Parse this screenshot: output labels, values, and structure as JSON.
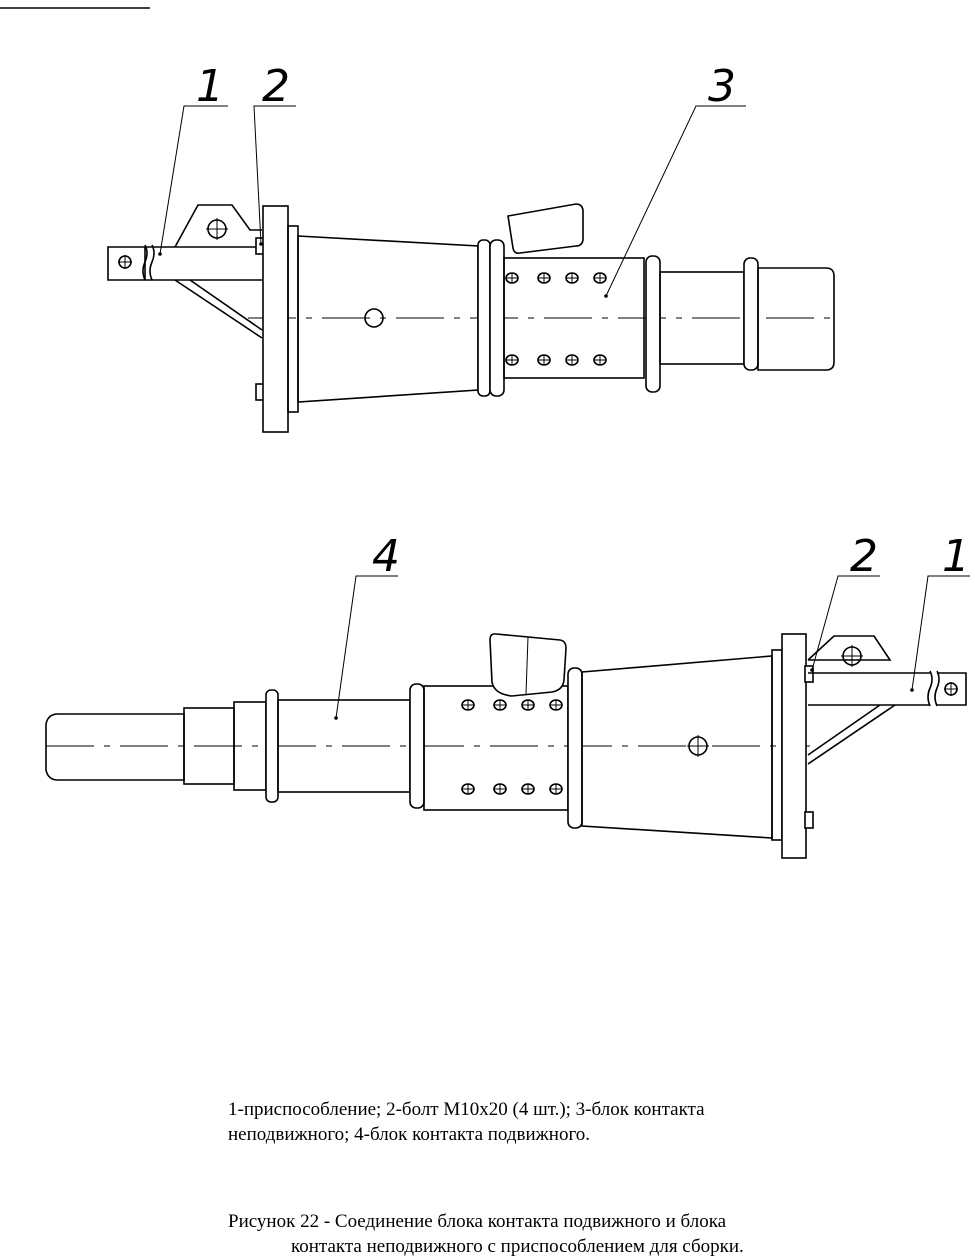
{
  "callouts": {
    "top": [
      "1",
      "2",
      "3"
    ],
    "bottom": [
      "4",
      "2",
      "1"
    ]
  },
  "legend": {
    "line1": "1-приспособление; 2-болт М10х20 (4 шт.); 3-блок контакта",
    "line2": "неподвижного; 4-блок контакта подвижного."
  },
  "figure_caption": {
    "line1": "Рисунок 22 -  Соединение блока контакта подвижного и блока",
    "line2": "контакта неподвижного с приспособлением для сборки."
  }
}
